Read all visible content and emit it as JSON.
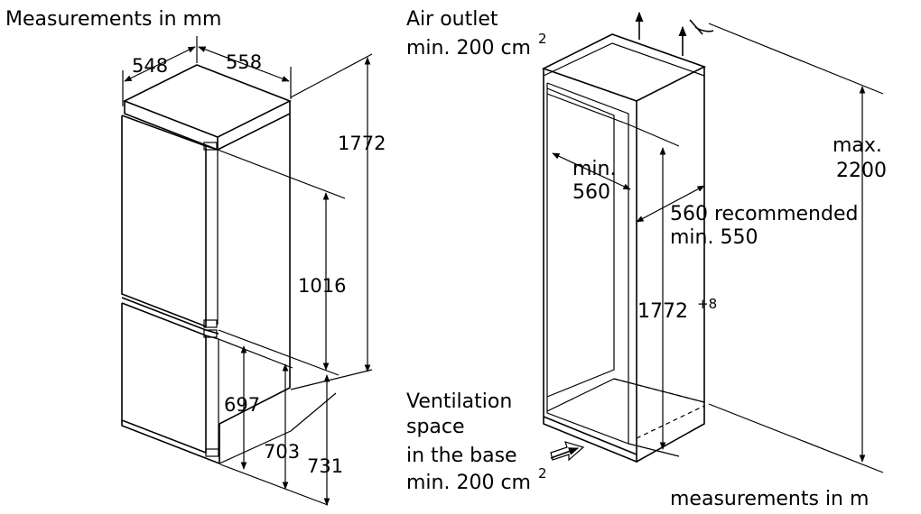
{
  "labels": {
    "title_left": "Measurements in mm",
    "dim_depth": "548",
    "dim_width": "558",
    "dim_height_total": "1772",
    "dim_fridge_height": "1016",
    "dim_697": "697",
    "dim_703": "703",
    "dim_731": "731",
    "air_outlet_line1": "Air outlet",
    "air_outlet_line2": "min. 200 cm",
    "air_outlet_sup": "2",
    "niche_min_line1": "min.",
    "niche_min_line2": "560",
    "niche_depth_line1": "560 recommended",
    "niche_depth_line2": "min. 550",
    "niche_height": "1772",
    "niche_height_sup": "+8",
    "max_line1": "max.",
    "max_line2": "2200",
    "vent_line1": "Ventilation",
    "vent_line2": "space",
    "vent_line3": "in the base",
    "vent_line4": "min. 200 cm",
    "vent_sup": "2",
    "measurements_bottom": "measurements in m"
  }
}
